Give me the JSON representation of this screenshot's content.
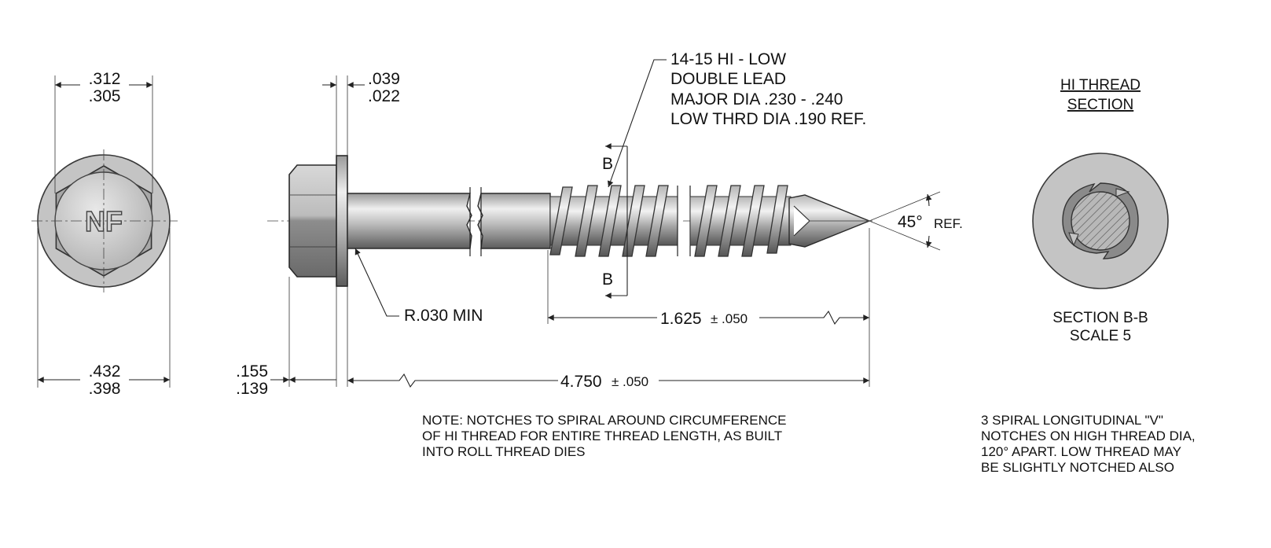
{
  "head_view": {
    "logo": "NF",
    "hex_dim_top": ".312",
    "hex_dim_bottom": ".305",
    "flange_dim_top": ".432",
    "flange_dim_bottom": ".398"
  },
  "side_view": {
    "flange_thk_top": ".039",
    "flange_thk_bottom": ".022",
    "head_height_top": ".155",
    "head_height_bottom": ".139",
    "radius_label": "R.030 MIN",
    "thread_length_value": "1.625",
    "thread_length_tol": "± .050",
    "overall_length_value": "4.750",
    "overall_length_tol": "± .050",
    "point_angle_value": "45°",
    "point_angle_ref": "REF.",
    "section_marker_top": "B",
    "section_marker_bottom": "B",
    "thread_spec": [
      "14-15 HI - LOW",
      "DOUBLE LEAD",
      "MAJOR DIA .230 - .240",
      "LOW THRD DIA .190 REF."
    ]
  },
  "section_view": {
    "title_line1": "HI THREAD",
    "title_line2": "SECTION",
    "caption_line1": "SECTION B-B",
    "caption_line2": "SCALE 5"
  },
  "notes": {
    "main": [
      "NOTE: NOTCHES TO SPIRAL AROUND CIRCUMFERENCE",
      "OF HI THREAD FOR ENTIRE THREAD LENGTH, AS BUILT",
      "INTO ROLL THREAD DIES"
    ],
    "right": [
      "3 SPIRAL LONGITUDINAL \"V\"",
      "NOTCHES ON HIGH THREAD DIA,",
      "120° APART. LOW THREAD MAY",
      "BE SLIGHTLY NOTCHED ALSO"
    ]
  },
  "colors": {
    "metal_light": "#e4e4e4",
    "metal_mid": "#a9a9a9",
    "metal_dark": "#5e5e5e",
    "line": "#222222"
  }
}
